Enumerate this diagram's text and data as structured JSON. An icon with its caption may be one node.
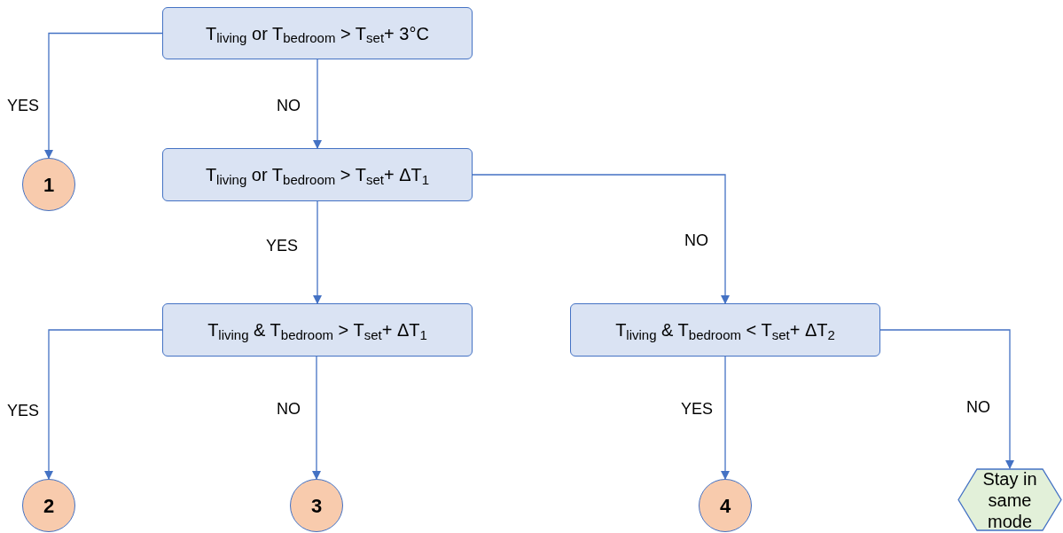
{
  "diagram": {
    "nodes": [
      {
        "text": [
          "T$_{living}$ or T$_{bedroom}$ > T$_{set}$+ 3°C"
        ]
      },
      {
        "text": [
          "1"
        ]
      },
      {
        "text": [
          "T$_{living}$ or T$_{bedroom}$ > T$_{set}$+ ΔT$_{1}$"
        ]
      },
      {
        "text": [
          "T$_{living}$ & T$_{bedroom}$ > T$_{set}$+ ΔT$_{1}$"
        ]
      },
      {
        "text": [
          "T$_{living}$ & T$_{bedroom}$ < T$_{set}$+ ΔT$_{2}$"
        ]
      },
      {
        "text": [
          "2"
        ]
      },
      {
        "text": [
          "3"
        ]
      },
      {
        "text": [
          "4"
        ]
      },
      {
        "text": [
          "Stay in same mode"
        ]
      }
    ],
    "edges": [
      {
        "from": 0,
        "to": 1,
        "arrow": "to",
        "label": "YES"
      },
      {
        "from": 0,
        "to": 2,
        "arrow": "to",
        "label": "NO"
      },
      {
        "from": 2,
        "to": 3,
        "arrow": "to",
        "label": "YES"
      },
      {
        "from": 2,
        "to": 4,
        "arrow": "to",
        "label": "NO"
      },
      {
        "from": 3,
        "to": 5,
        "arrow": "to",
        "label": "YES"
      },
      {
        "from": 3,
        "to": 6,
        "arrow": "to",
        "label": "NO"
      },
      {
        "from": 4,
        "to": 7,
        "arrow": "to",
        "label": "YES"
      },
      {
        "from": 4,
        "to": 8,
        "arrow": "to",
        "label": "NO"
      }
    ]
  }
}
